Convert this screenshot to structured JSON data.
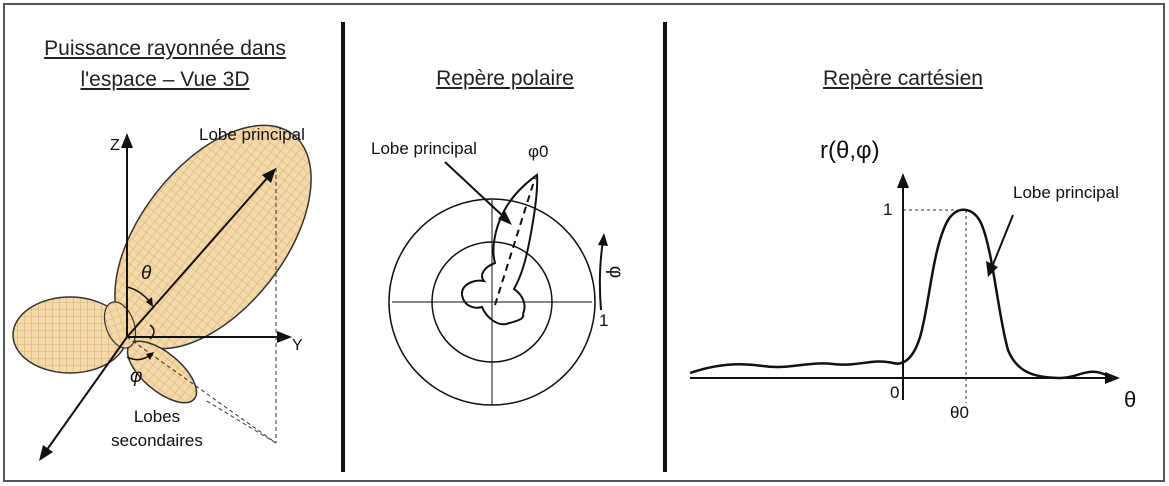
{
  "panels": {
    "space3d": {
      "title_line1": "Puissance rayonnée dans",
      "title_line2": "l'espace – Vue 3D",
      "axis_z": "Z",
      "axis_y": "Y",
      "theta": "θ",
      "phi": "φ",
      "main_lobe": "Lobe principal",
      "side_lobes_line1": "Lobes",
      "side_lobes_line2": "secondaires",
      "lobe_fill": "#f5d9a8",
      "lobe_stroke": "#333333"
    },
    "polar": {
      "title": "Repère polaire",
      "main_lobe": "Lobe principal",
      "phi0": "φ0",
      "phi": "φ",
      "one": "1"
    },
    "cartesian": {
      "title": "Repère cartésien",
      "y_axis_label": "r(θ,φ)",
      "one": "1",
      "zero": "0",
      "theta0": "θ0",
      "theta": "θ",
      "main_lobe": "Lobe principal"
    }
  }
}
